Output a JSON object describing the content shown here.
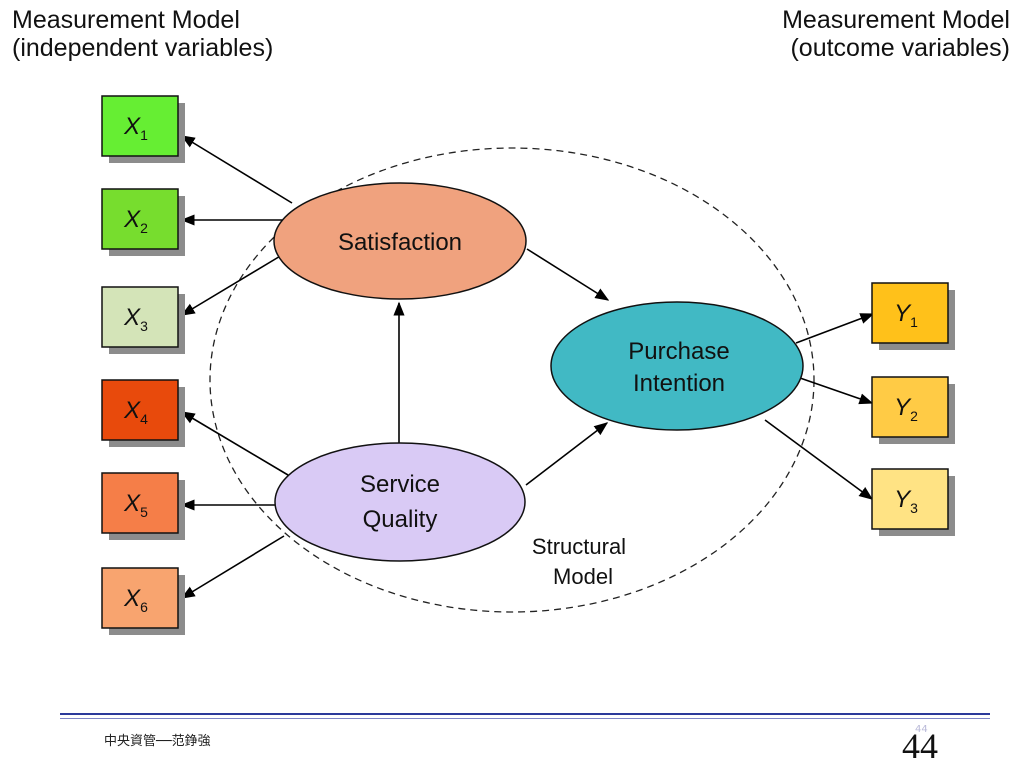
{
  "headers": {
    "left_line1": "Measurement Model",
    "left_line2": "(independent variables)",
    "right_line1": "Measurement Model",
    "right_line2": "(outcome variables)"
  },
  "constructs": {
    "satisfaction": {
      "label": "Satisfaction",
      "color": "#F0A27E"
    },
    "service_quality": {
      "label_line1": "Service",
      "label_line2": "Quality",
      "color": "#D9CAF5"
    },
    "purchase_intention": {
      "label_line1": "Purchase",
      "label_line2": "Intention",
      "color": "#41B9C4"
    }
  },
  "structural_label": {
    "line1": "Structural",
    "line2": "Model"
  },
  "indicators_x": [
    {
      "letter": "X",
      "sub": "1",
      "color": "#66EE33"
    },
    {
      "letter": "X",
      "sub": "2",
      "color": "#77DD2E"
    },
    {
      "letter": "X",
      "sub": "3",
      "color": "#D4E4B8"
    },
    {
      "letter": "X",
      "sub": "4",
      "color": "#E84A0C"
    },
    {
      "letter": "X",
      "sub": "5",
      "color": "#F57E48"
    },
    {
      "letter": "X",
      "sub": "6",
      "color": "#F8A46F"
    }
  ],
  "indicators_y": [
    {
      "letter": "Y",
      "sub": "1",
      "color": "#FFC11A"
    },
    {
      "letter": "Y",
      "sub": "2",
      "color": "#FFCB45"
    },
    {
      "letter": "Y",
      "sub": "3",
      "color": "#FFE384"
    }
  ],
  "footer": {
    "author": "中央資管──范錚強",
    "page_small": "44",
    "page": "44"
  }
}
